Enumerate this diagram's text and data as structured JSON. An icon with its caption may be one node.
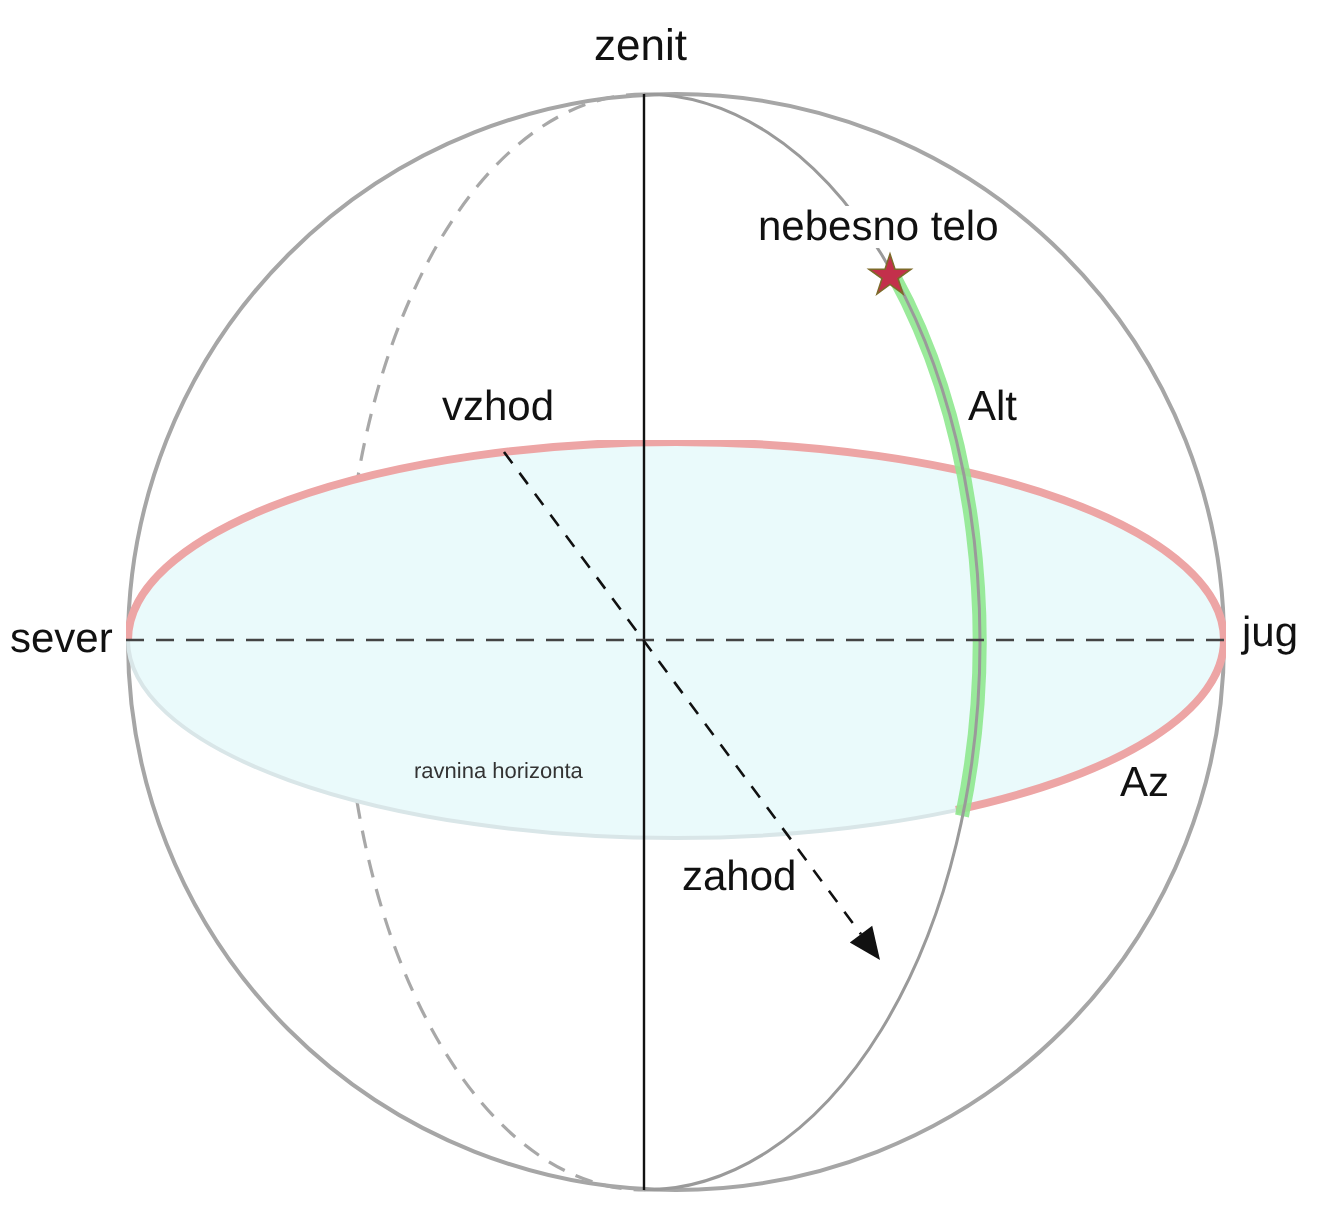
{
  "diagram": {
    "nodes": [
      {
        "text": [
          "ravnina horizonta"
        ]
      }
    ],
    "labels": [
      "zenit",
      "nebesno telo",
      "vzhod",
      "Alt",
      "sever",
      "jug",
      "Az",
      "zahod"
    ]
  }
}
